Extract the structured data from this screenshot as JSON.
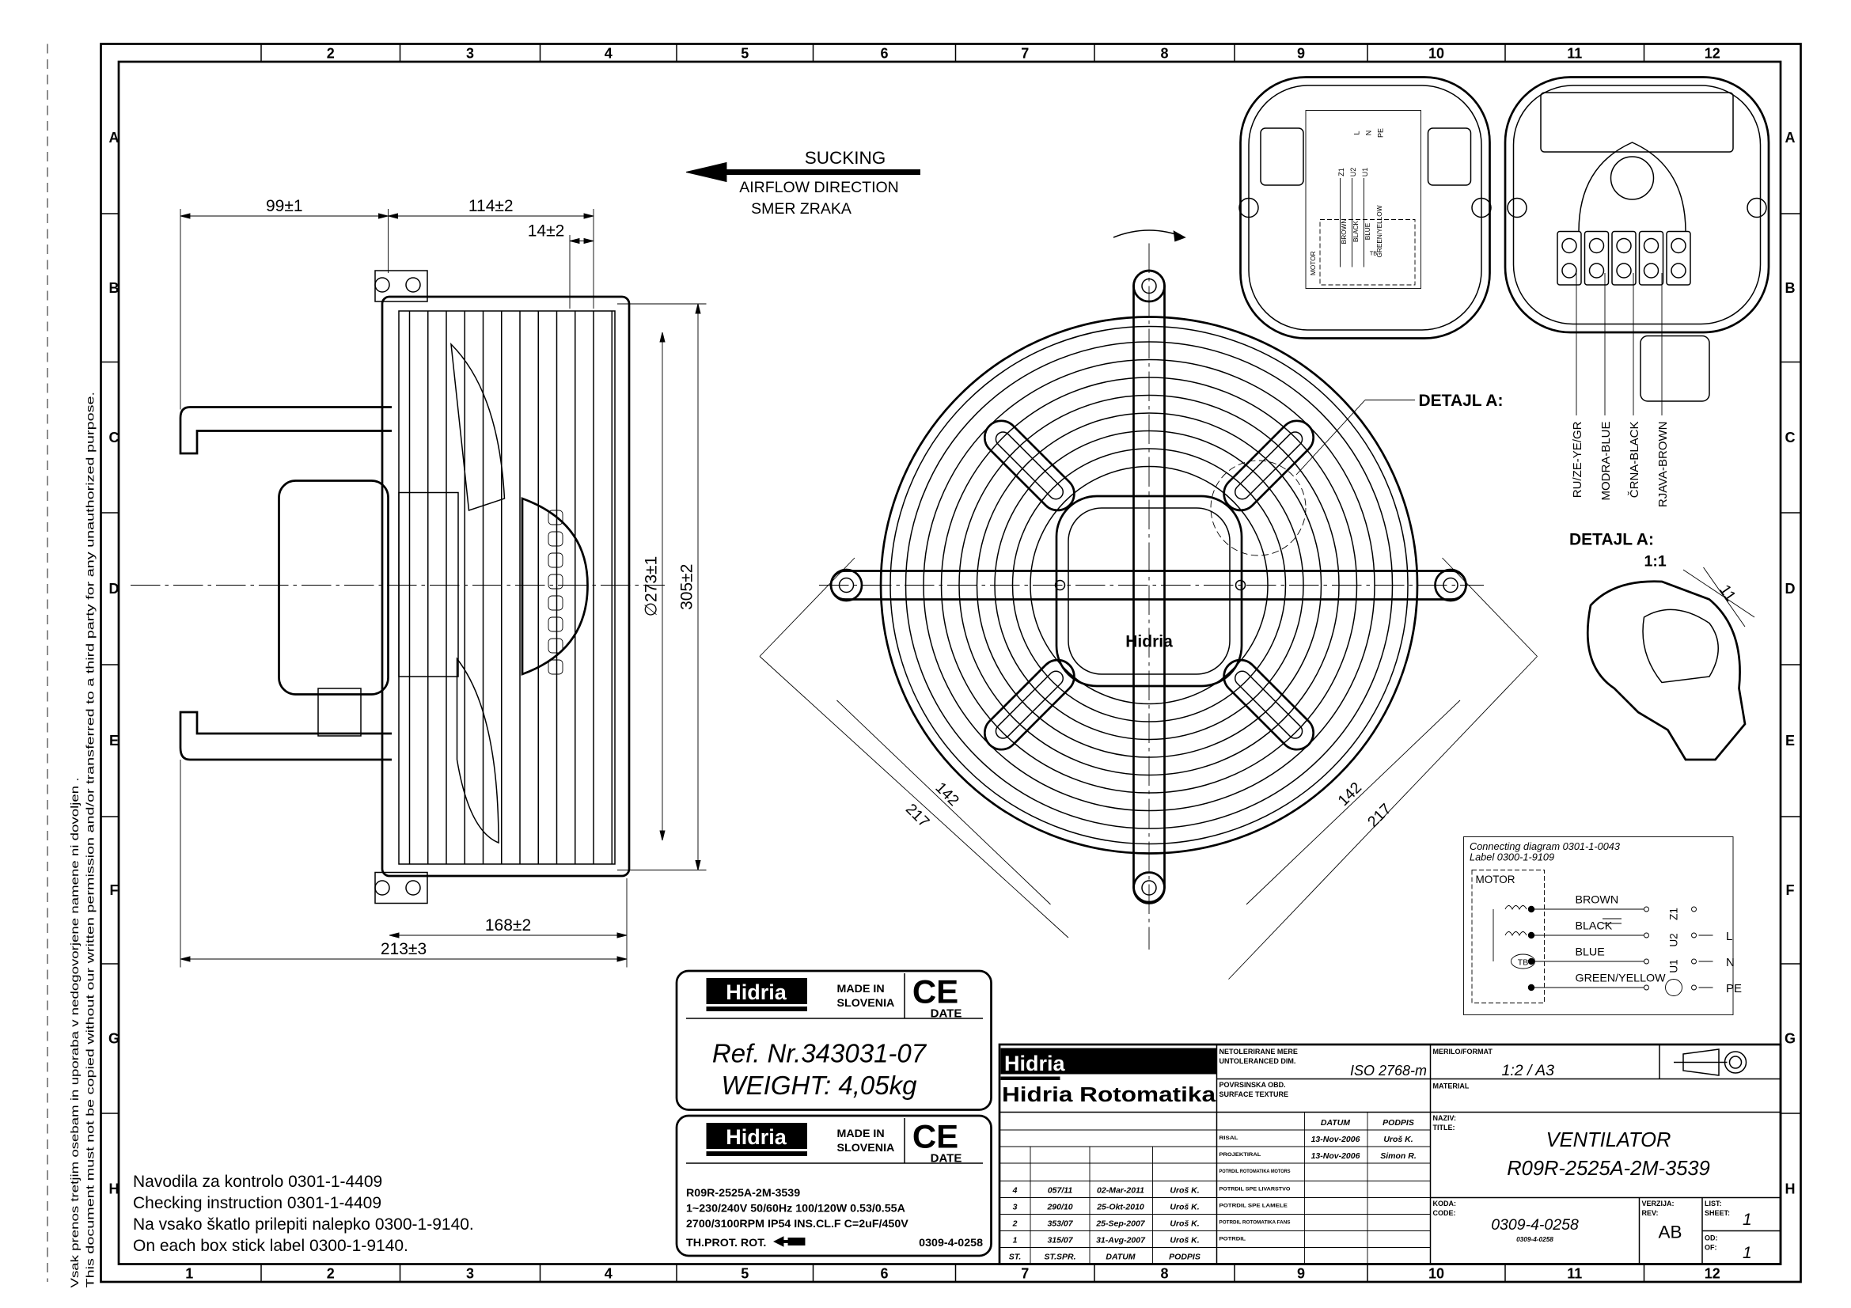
{
  "frame": {
    "top_columns": [
      "",
      "2",
      "3",
      "4",
      "5",
      "6",
      "7",
      "8",
      "9",
      "10",
      "11",
      "12"
    ],
    "bottom_columns": [
      "1",
      "2",
      "3",
      "4",
      "5",
      "6",
      "7",
      "8",
      "9",
      "10",
      "11",
      "12"
    ],
    "rows": [
      "A",
      "B",
      "C",
      "D",
      "E",
      "F",
      "G",
      "H"
    ]
  },
  "margin_notice": {
    "line1": "Vsak prenos tretjim osebam in uporaba v nedogovorjene namene ni dovoljen .",
    "line2": "This document must not be copied without our written permission and/or transferred to a third party for any unauthorized purpose."
  },
  "airflow": {
    "sucking": "SUCKING",
    "direction": "AIRFLOW DIRECTION",
    "direction_sl": "SMER ZRAKA"
  },
  "dimensions": {
    "d99": "99±1",
    "d114": "114±2",
    "d14": "14±2",
    "d273": "∅273±1",
    "d305": "305±2",
    "d168": "168±2",
    "d213": "213±3",
    "d142_left": "142",
    "d217_left": "217",
    "d142_right": "142",
    "d217_right": "217",
    "d11": "11"
  },
  "detail": {
    "label_main": "DETAJL A:",
    "label_detail": "DETAJL A:",
    "scale": "1:1"
  },
  "brand_on_hub": "Hidria",
  "terminal_label": {
    "terminals": [
      "Z1",
      "U2",
      "U1"
    ],
    "outputs": [
      "L",
      "N",
      "PE"
    ],
    "wires": [
      "BROWN",
      "BLACK",
      "BLUE",
      "GREEN/YELLOW"
    ],
    "motor": "MOTOR",
    "tb": "TB"
  },
  "wire_colors": [
    "RU/ZE-YE/GR",
    "MODRA-BLUE",
    "ČRNA-BLACK",
    "RJAVA-BROWN"
  ],
  "connection_diagram": {
    "title1": "Connecting diagram 0301-1-0043",
    "title2": "Label 0300-1-9109",
    "motor": "MOTOR",
    "wires": [
      "BROWN",
      "BLACK",
      "BLUE",
      "GREEN/YELLOW"
    ],
    "terminals": [
      "Z1",
      "U2",
      "U1"
    ],
    "outputs": [
      "L",
      "N",
      "PE"
    ],
    "tb": "TB"
  },
  "label1": {
    "brand": "Hidria",
    "made_in": "MADE IN",
    "country": "SLOVENIA",
    "ce": "CE",
    "date": "DATE",
    "ref": "Ref. Nr.343031-07",
    "weight": "WEIGHT: 4,05kg"
  },
  "label2": {
    "brand": "Hidria",
    "made_in": "MADE IN",
    "country": "SLOVENIA",
    "ce": "CE",
    "date": "DATE",
    "model": "R09R-2525A-2M-3539",
    "spec1": "1~230/240V 50/60Hz 100/120W 0.53/0.55A",
    "spec2": "2700/3100RPM IP54 INS.CL.F   C=2uF/450V",
    "spec3": "TH.PROT. ROT.",
    "code": "0309-4-0258"
  },
  "notes": [
    "Navodila za kontrolo  0301-1-4409",
    "Checking instruction  0301-1-4409",
    "Na vsako škatlo prilepiti nalepko 0300-1-9140.",
    "On each box stick label 0300-1-9140."
  ],
  "title_block": {
    "logo_small": "Hidria",
    "company": "Hidria Rotomatika",
    "untoleranced_sl": "NETOLERIRANE MERE",
    "untoleranced_en": "UNTOLERANCED DIM.",
    "untoleranced_value": "ISO 2768-m",
    "surface_sl": "POVRSINSKA OBD.",
    "surface_en": "SURFACE TEXTURE",
    "scale_label": "MERILO/FORMAT",
    "scale_value": "1:2 / A3",
    "material_label": "MATERIAL",
    "datum_header": "DATUM",
    "podpis_header": "PODPIS",
    "approvals": [
      {
        "role": "RISAL",
        "datum": "13-Nov-2006",
        "podpis": "Uroš K."
      },
      {
        "role": "PROJEKTIRAL",
        "datum": "13-Nov-2006",
        "podpis": "Simon R."
      },
      {
        "role": "POTRDIL ROTOMATIKA MOTORS",
        "datum": "",
        "podpis": ""
      },
      {
        "role": "POTRDIL SPE LIVARSTVO",
        "datum": "",
        "podpis": ""
      },
      {
        "role": "POTRDIL SPE LAMELE",
        "datum": "",
        "podpis": ""
      },
      {
        "role": "POTRDIL ROTOMATIKA FANS",
        "datum": "",
        "podpis": ""
      },
      {
        "role": "POTRDIL",
        "datum": "",
        "podpis": ""
      }
    ],
    "revisions": [
      {
        "st": "4",
        "st_spr": "057/11",
        "datum": "02-Mar-2011",
        "podpis": "Uroš K."
      },
      {
        "st": "3",
        "st_spr": "290/10",
        "datum": "25-Okt-2010",
        "podpis": "Uroš K."
      },
      {
        "st": "2",
        "st_spr": "353/07",
        "datum": "25-Sep-2007",
        "podpis": "Uroš K."
      },
      {
        "st": "1",
        "st_spr": "315/07",
        "datum": "31-Avg-2007",
        "podpis": "Uroš K."
      }
    ],
    "rev_headers": {
      "st": "ST.",
      "st_spr": "ST.SPR.",
      "datum": "DATUM",
      "podpis": "PODPIS"
    },
    "title_label_sl": "NAZIV:",
    "title_label_en": "TITLE:",
    "title_line1": "VENTILATOR",
    "title_line2": "R09R-2525A-2M-3539",
    "code_label_sl": "KODA:",
    "code_label_en": "CODE:",
    "code_value": "0309-4-0258",
    "code_small": "0309-4-0258",
    "rev_label_sl": "VERZIJA:",
    "rev_label_en": "REV:",
    "rev_value": "AB",
    "sheet_label_sl": "LIST:",
    "sheet_label_en": "SHEET:",
    "sheet_value": "1",
    "of_label_sl": "OD:",
    "of_label_en": "OF:",
    "of_value": "1"
  }
}
